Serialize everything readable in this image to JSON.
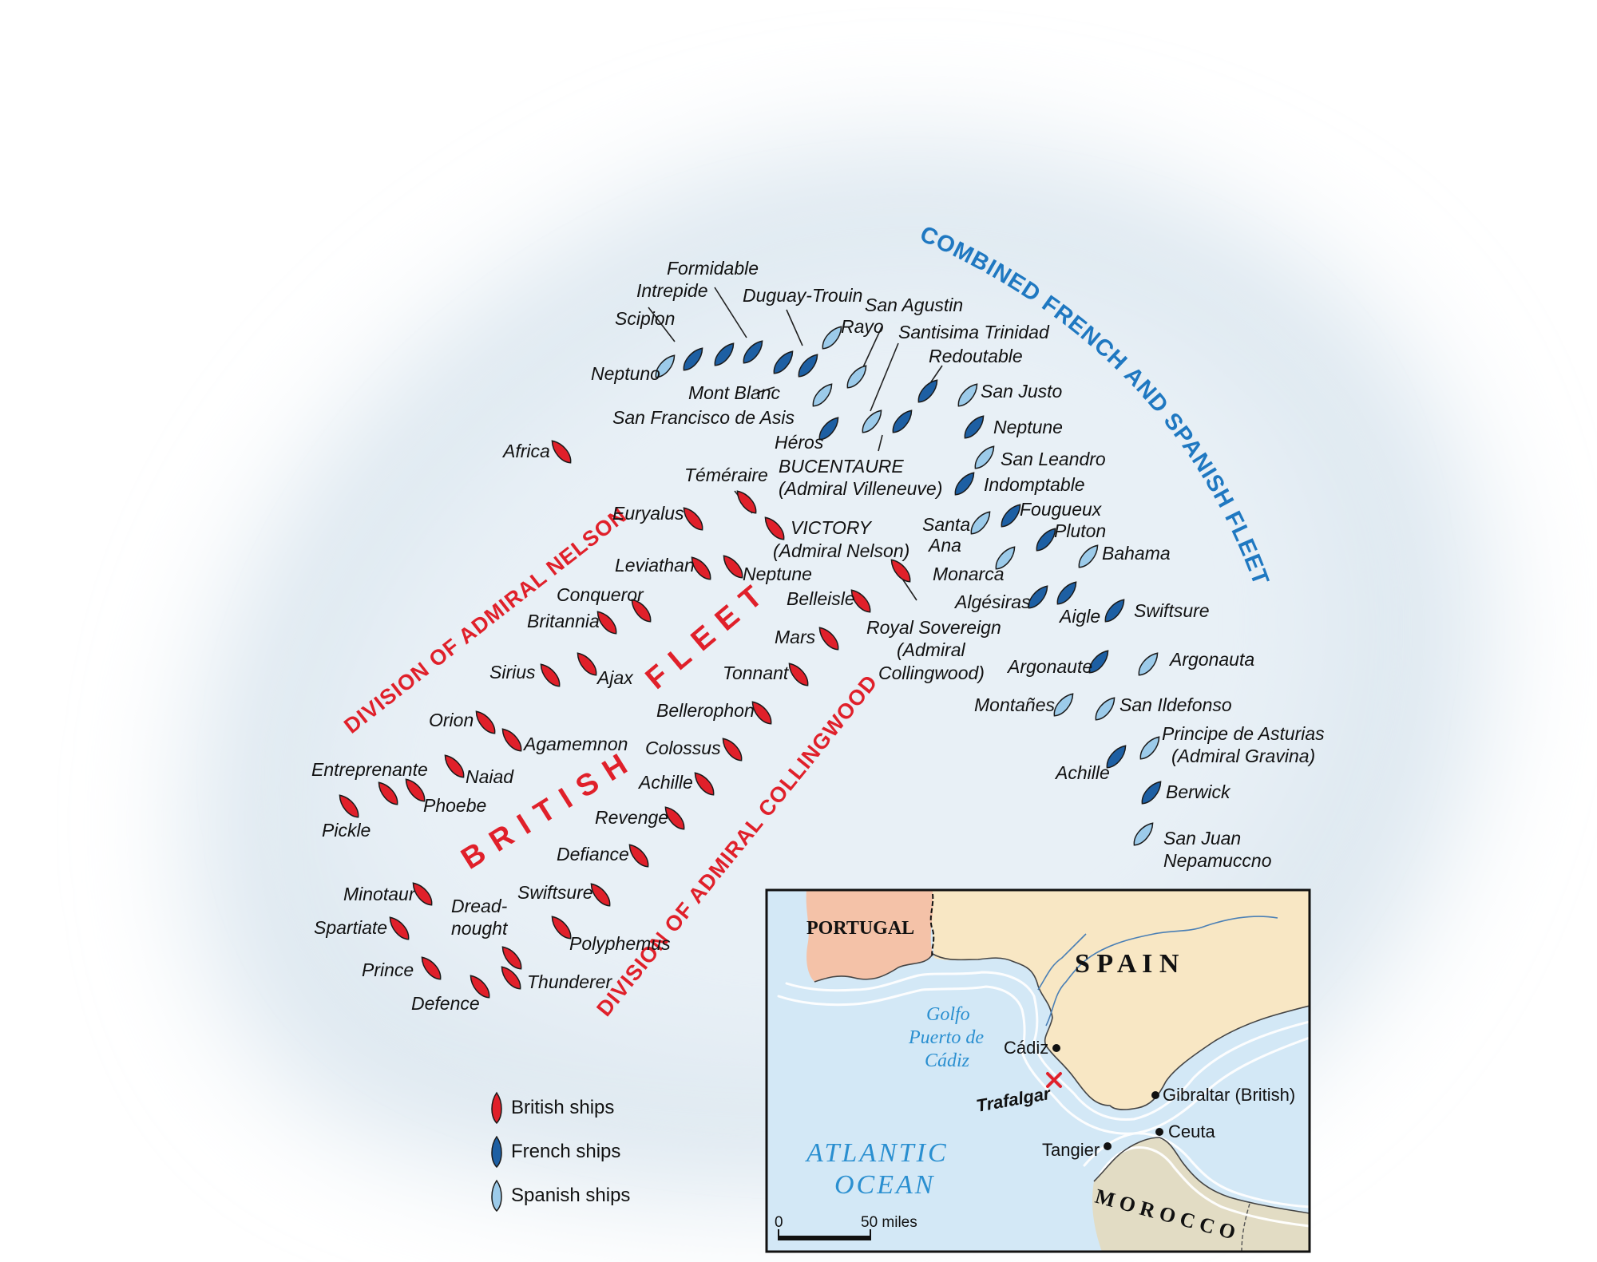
{
  "colors": {
    "british": "#e0202a",
    "french": "#1d5fa3",
    "spanish": "#9ccbea",
    "outline": "#1a1a1a",
    "sea_glow": "#e3edf4",
    "inset_sea": "#d3e8f6",
    "inset_spain": "#f8e7c4",
    "inset_portugal": "#f4c2a8",
    "inset_morocco": "#e2dcc4",
    "inset_blue_text": "#2a8fd0"
  },
  "fleet_titles": {
    "combined": "COMBINED FRENCH AND SPANISH FLEET",
    "british": "BRITISH",
    "fleet": "FLEET",
    "division_nelson": "DIVISION OF ADMIRAL NELSON",
    "division_collingwood": "DIVISION OF ADMIRAL COLLINGWOOD"
  },
  "ship_labels": {
    "formidable": "Formidable",
    "intrepide": "Intrepide",
    "duguay": "Duguay-Trouin",
    "san_agustin": "San Agustin",
    "scipion": "Scipion",
    "rayo": "Rayo",
    "santisima": "Santisima Trinidad",
    "redoutable": "Redoutable",
    "neptuno": "Neptuno",
    "mont_blanc": "Mont Blanc",
    "san_justo": "San Justo",
    "san_francisco": "San Francisco de Asis",
    "neptune_fr": "Neptune",
    "heros": "Héros",
    "san_leandro": "San Leandro",
    "bucentaure": "BUCENTAURE",
    "villeneuve": "(Admiral Villeneuve)",
    "indomptable": "Indomptable",
    "africa": "Africa",
    "temeraire": "Téméraire",
    "fougueux": "Fougueux",
    "euryalus": "Euryalus",
    "victory": "VICTORY",
    "nelson": "(Admiral Nelson)",
    "santa": "Santa",
    "ana": "Ana",
    "pluton": "Pluton",
    "bahama": "Bahama",
    "leviathan": "Leviathan",
    "neptune_br": "Neptune",
    "monarca": "Monarca",
    "conqueror": "Conqueror",
    "belleisle": "Belleisle",
    "algesiras": "Algésiras",
    "britannia": "Britannia",
    "aigle": "Aigle",
    "swiftsure_fr": "Swiftsure",
    "royal_sovereign": "Royal Sovereign",
    "admiral": "(Admiral",
    "collingwood": "Collingwood)",
    "mars": "Mars",
    "sirius": "Sirius",
    "ajax": "Ajax",
    "tonnant": "Tonnant",
    "argonaute": "Argonaute",
    "argonauta": "Argonauta",
    "bellerophon": "Bellerophon",
    "montanes": "Montañes",
    "san_ildefonso": "San Ildefonso",
    "orion": "Orion",
    "agamemnon": "Agamemnon",
    "principe": "Principe de Asturias",
    "gravina": "(Admiral Gravina)",
    "colossus": "Colossus",
    "entreprenante": "Entreprenante",
    "naiad": "Naiad",
    "achille_fr": "Achille",
    "achille_br": "Achille",
    "berwick": "Berwick",
    "phoebe": "Phoebe",
    "pickle": "Pickle",
    "revenge": "Revenge",
    "san_juan": "San Juan",
    "nepamuccno": "Nepamuccno",
    "defiance": "Defiance",
    "minotaur": "Minotaur",
    "swiftsure_br": "Swiftsure",
    "dread": "Dread-",
    "nought": "nought",
    "spartiate": "Spartiate",
    "polyphemus": "Polyphemus",
    "prince": "Prince",
    "thunderer": "Thunderer",
    "defence": "Defence"
  },
  "legend": [
    {
      "type": "british",
      "label": "British ships"
    },
    {
      "type": "french",
      "label": "French ships"
    },
    {
      "type": "spanish",
      "label": "Spanish ships"
    }
  ],
  "inset": {
    "portugal": "PORTUGAL",
    "spain": "S P A I N",
    "morocco": "M O R O C C O",
    "gulf_1": "Golfo",
    "gulf_2": "Puerto de",
    "gulf_3": "Cádiz",
    "ocean_1": "ATLANTIC",
    "ocean_2": "OCEAN",
    "cadiz": "Cádiz",
    "trafalgar": "Trafalgar",
    "gibraltar": "Gibraltar (British)",
    "ceuta": "Ceuta",
    "tangier": "Tangier",
    "scale_zero": "0",
    "scale_label": "50 miles"
  }
}
